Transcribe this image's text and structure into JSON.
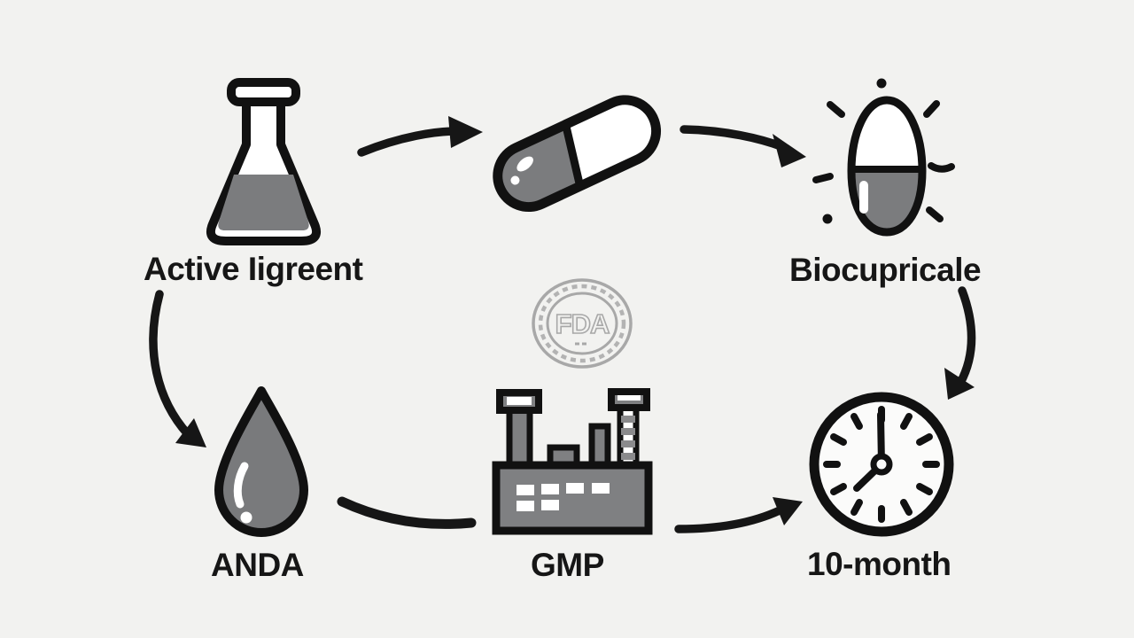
{
  "labels": {
    "active_ingredient": "Active Iigreent",
    "bioequivalence": "Biocupricale",
    "anda": "ANDA",
    "gmp": "GMP",
    "timeline": "10-month",
    "seal": "FDA"
  },
  "icons": [
    {
      "name": "flask-icon",
      "meaning": "flask with liquid"
    },
    {
      "name": "capsule-icon",
      "meaning": "two-tone capsule"
    },
    {
      "name": "pill-glow-icon",
      "meaning": "pill with emphasis rays"
    },
    {
      "name": "fda-seal-icon",
      "meaning": "round FDA stamp"
    },
    {
      "name": "drop-icon",
      "meaning": "liquid drop"
    },
    {
      "name": "factory-icon",
      "meaning": "manufacturing plant"
    },
    {
      "name": "clock-icon",
      "meaning": "clock at ~7:30"
    }
  ],
  "connections": [
    {
      "from": "flask",
      "to": "capsule"
    },
    {
      "from": "capsule",
      "to": "pill-glow"
    },
    {
      "from": "bioequivalence",
      "to": "clock"
    },
    {
      "from": "active-ingredient",
      "to": "drop"
    },
    {
      "from": "drop",
      "to": "factory"
    },
    {
      "from": "factory",
      "to": "clock"
    }
  ],
  "colors": {
    "background": "#f2f2f0",
    "stroke": "#161616",
    "fill_gray": "#7b7c7e",
    "seal_gray": "#a8a8a8",
    "white": "#ffffff"
  }
}
